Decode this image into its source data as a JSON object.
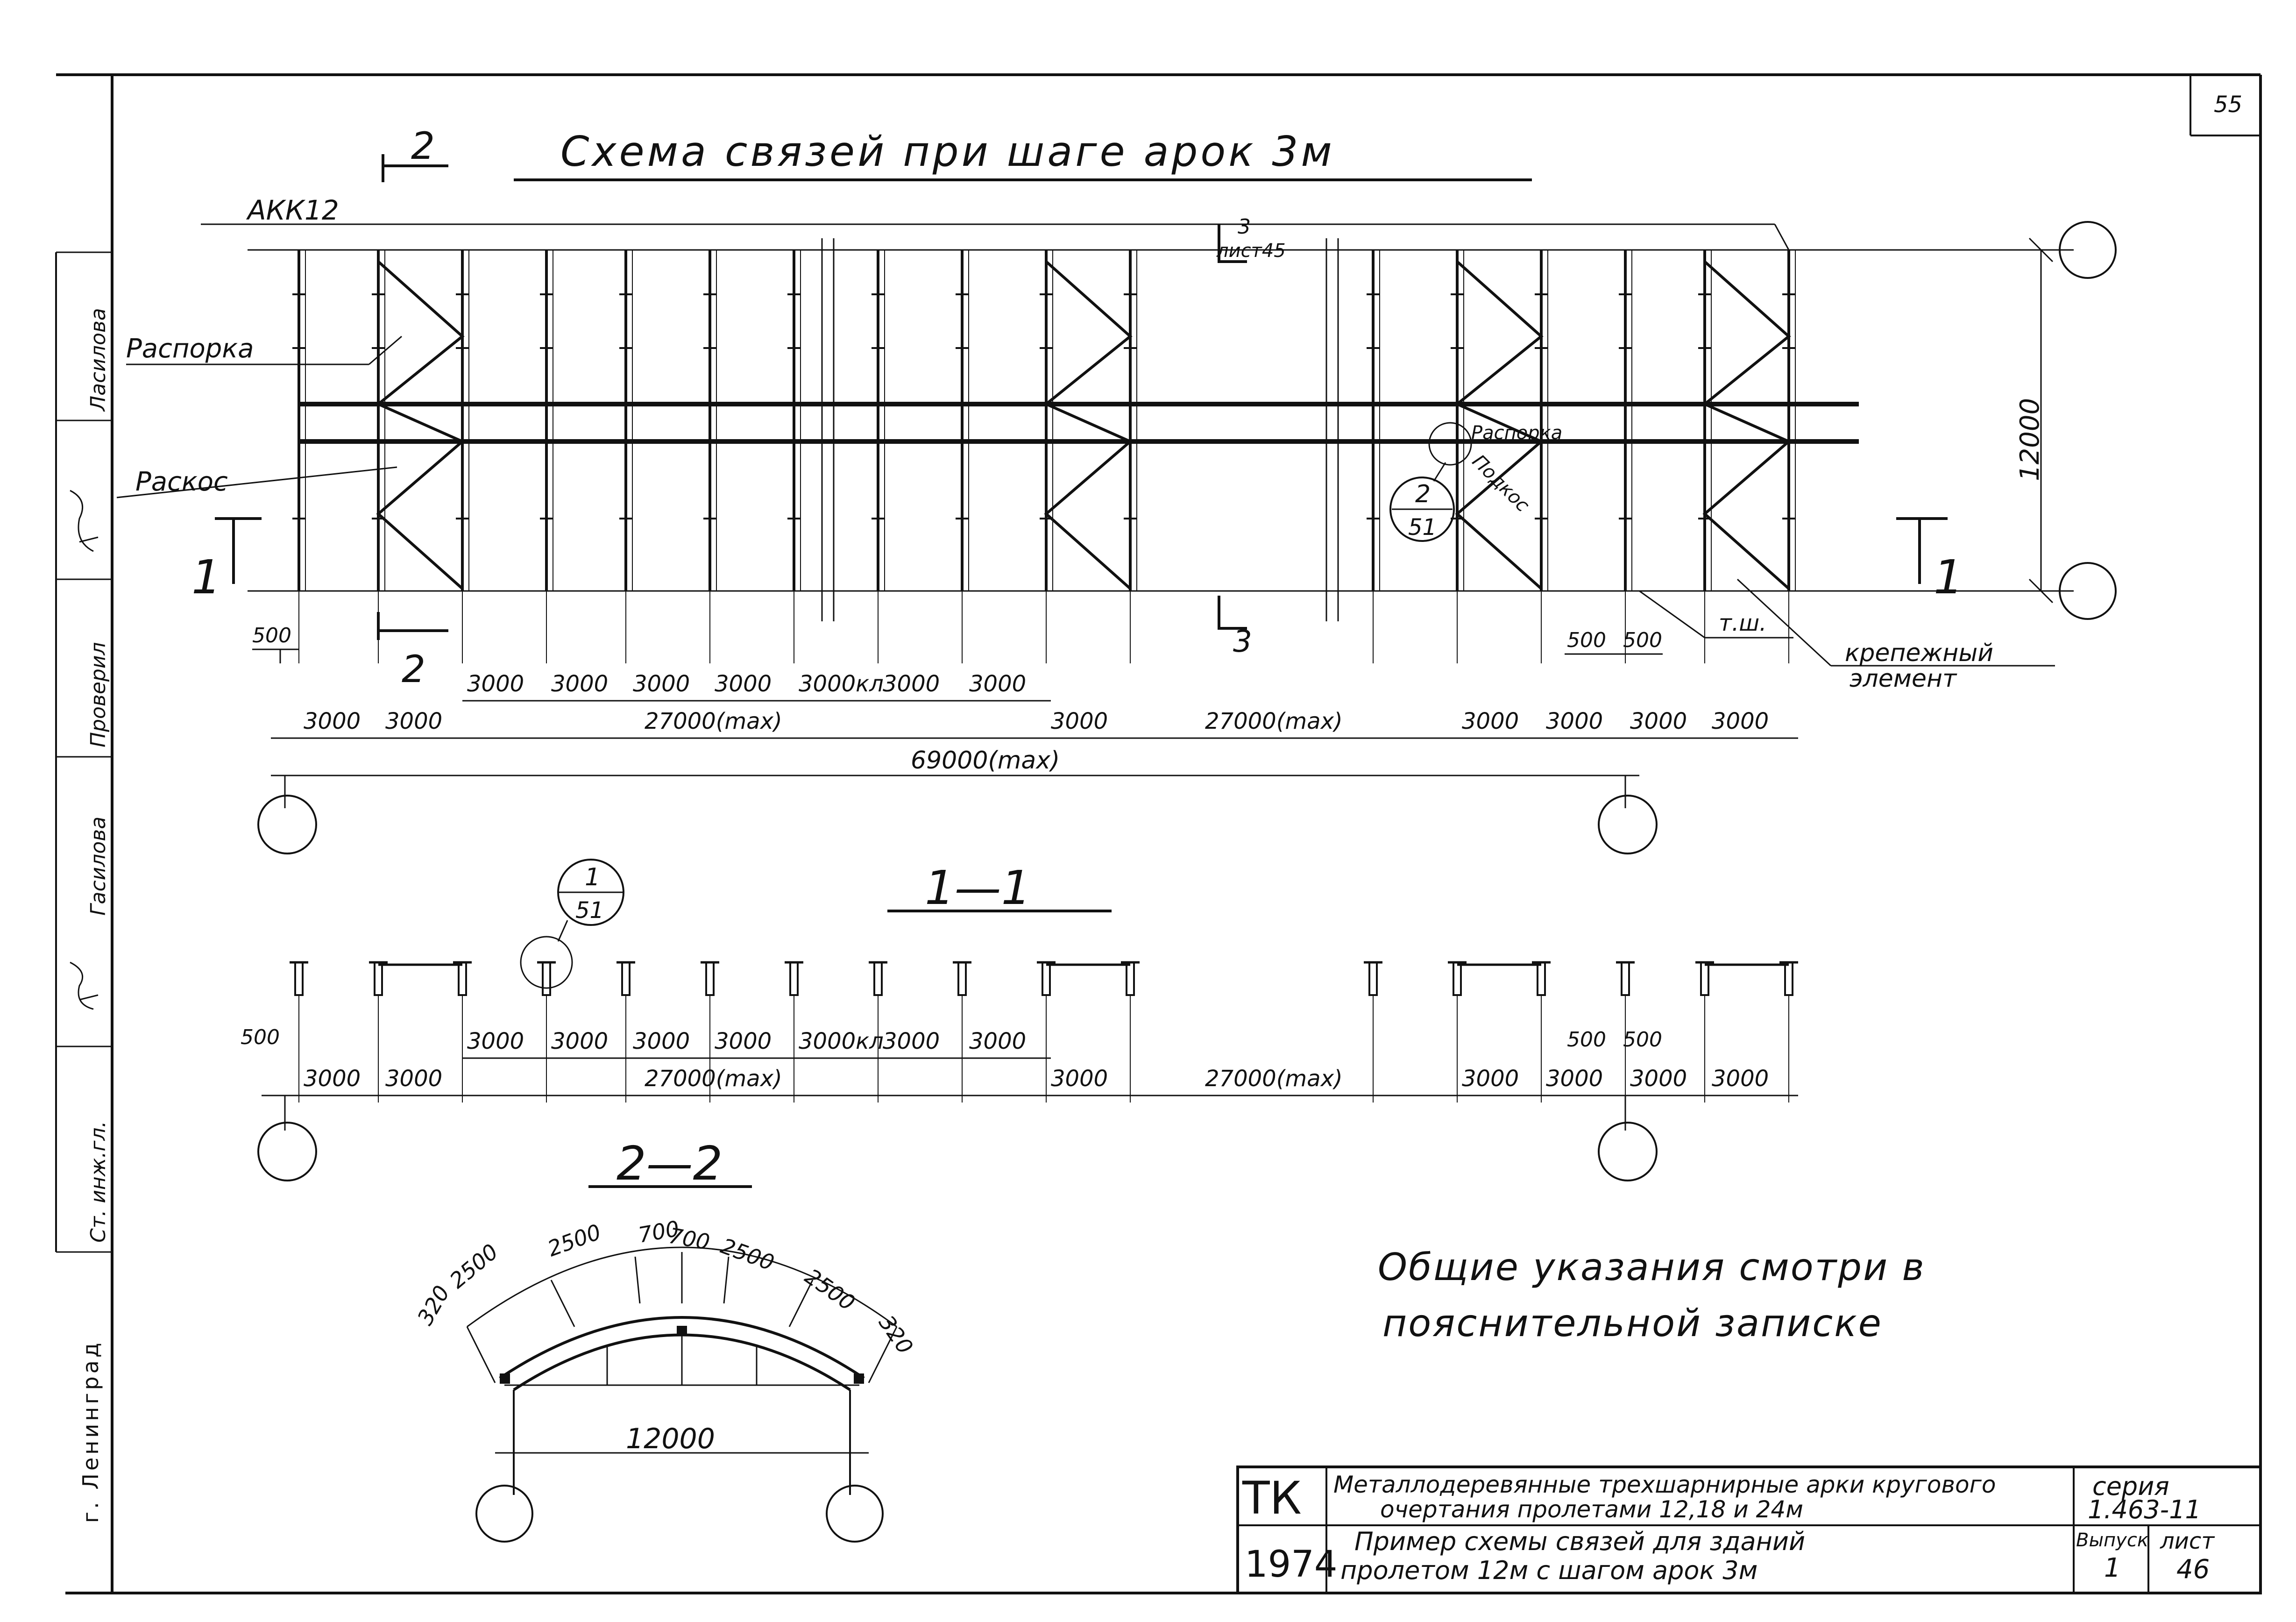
{
  "page_number": "55",
  "title": "Схема связей при шаге арок 3м",
  "arch_mark": "АКК12",
  "section_marks": {
    "s2": "2",
    "s3": "3",
    "s3_sheet": "лист45",
    "s1": "1"
  },
  "labels": {
    "strut": "Распорка",
    "brace": "Раскос",
    "callout_a": "Распорка",
    "callout_b": "Подкос",
    "tsh": "т.ш.",
    "fastener_1": "крепежный",
    "fastener_2": "элемент"
  },
  "node_refs": {
    "n2_top": "2",
    "n2_bot": "51",
    "n1_top": "1",
    "n1_bot": "51"
  },
  "plan_dims": {
    "d500": "500",
    "row1": [
      "3000",
      "3000",
      "3000",
      "3000",
      "3000кл",
      "3000",
      "3000"
    ],
    "row2": [
      "3000",
      "3000",
      "27000(max)",
      "3000",
      "27000(max)",
      "3000",
      "3000",
      "3000",
      "3000"
    ],
    "overall": "69000(max)",
    "height": "12000"
  },
  "section_1_1": {
    "title": "1—1",
    "d500a": "500",
    "d500b": "500",
    "d500c": "500",
    "row1": [
      "3000",
      "3000",
      "3000",
      "3000",
      "3000кл",
      "3000",
      "3000"
    ],
    "row2": [
      "3000",
      "3000",
      "27000(max)",
      "3000",
      "27000(max)",
      "3000",
      "3000",
      "3000",
      "3000"
    ]
  },
  "section_2_2": {
    "title": "2—2",
    "arc_dims": [
      "320",
      "2500",
      "2500",
      "700",
      "700",
      "2500",
      "2500",
      "320"
    ],
    "span": "12000"
  },
  "note_1": "Общие указания смотри в",
  "note_2": "пояснительной записке",
  "side_stamp": {
    "city": "г. Ленинград",
    "c1": "Ст. инж.гл.",
    "c2": "Гасилова",
    "c3": "Проверил",
    "c4": "Ласилова"
  },
  "title_block": {
    "org": "ТК",
    "year": "1974",
    "name_1": "Металлодеревянные трехшарнирные арки кругового",
    "name_2": "очертания пролетами 12,18 и 24м",
    "sheet_1": "Пример схемы связей для зданий",
    "sheet_2": "пролетом 12м с шагом арок 3м",
    "series_label": "серия",
    "series": "1.463-11",
    "issue_label": "Выпуск",
    "issue": "1",
    "sheet_label": "лист",
    "sheet_no": "46"
  }
}
